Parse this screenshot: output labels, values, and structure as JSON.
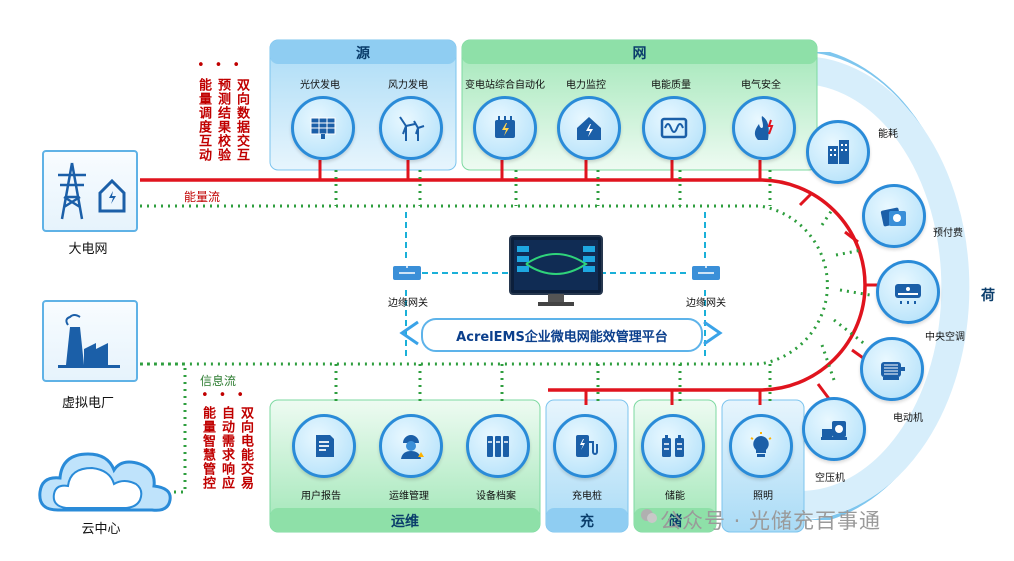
{
  "panels": {
    "yuan": "源",
    "wang": "网",
    "he": "荷",
    "yunwei": "运维",
    "chong": "充",
    "chu": "储"
  },
  "source_items": [
    {
      "label": "光伏发电",
      "icon": "solar-panel-icon"
    },
    {
      "label": "风力发电",
      "icon": "wind-turbine-icon"
    }
  ],
  "grid_items": [
    {
      "label": "变电站综合自动化",
      "icon": "substation-icon"
    },
    {
      "label": "电力监控",
      "icon": "power-monitor-icon"
    },
    {
      "label": "电能质量",
      "icon": "power-quality-icon"
    },
    {
      "label": "电气安全",
      "icon": "electrical-safety-icon"
    }
  ],
  "load_items": [
    {
      "label": "能耗",
      "icon": "energy-consumption-icon"
    },
    {
      "label": "预付费",
      "icon": "prepaid-card-icon"
    },
    {
      "label": "中央空调",
      "icon": "central-ac-icon"
    },
    {
      "label": "电动机",
      "icon": "motor-icon"
    },
    {
      "label": "空压机",
      "icon": "air-compressor-icon"
    }
  ],
  "ops_items": [
    {
      "label": "用户报告",
      "icon": "report-icon"
    },
    {
      "label": "运维管理",
      "icon": "maintenance-worker-icon"
    },
    {
      "label": "设备档案",
      "icon": "archive-icon"
    }
  ],
  "charge_item": {
    "label": "充电桩",
    "icon": "charging-pile-icon"
  },
  "storage_item": {
    "label": "储能",
    "icon": "battery-storage-icon"
  },
  "lighting_item": {
    "label": "照明",
    "icon": "light-bulb-icon"
  },
  "left_nodes": [
    {
      "label": "大电网",
      "icon": "power-tower-icon"
    },
    {
      "label": "虚拟电厂",
      "icon": "power-plant-icon"
    },
    {
      "label": "云中心",
      "icon": "cloud-icon"
    }
  ],
  "flows": {
    "energy": "能量流",
    "info": "信息流"
  },
  "top_annotations": [
    "能量调度互动",
    "预测结果校验",
    "双向数据交互"
  ],
  "bottom_annotations": [
    "能量智慧管控",
    "自动需求响应",
    "双向电能交易"
  ],
  "gateways": [
    "边缘网关",
    "边缘网关"
  ],
  "platform_title": "AcrelEMS企业微电网能效管理平台",
  "watermark": "公众号 · 光储充百事通",
  "colors": {
    "energy_line": "#e0141e",
    "info_line": "#2e9e3e",
    "gateway_line": "#1ab0d8",
    "blue_panel": "#9fd3f3",
    "green_panel": "#9ee5b4"
  }
}
